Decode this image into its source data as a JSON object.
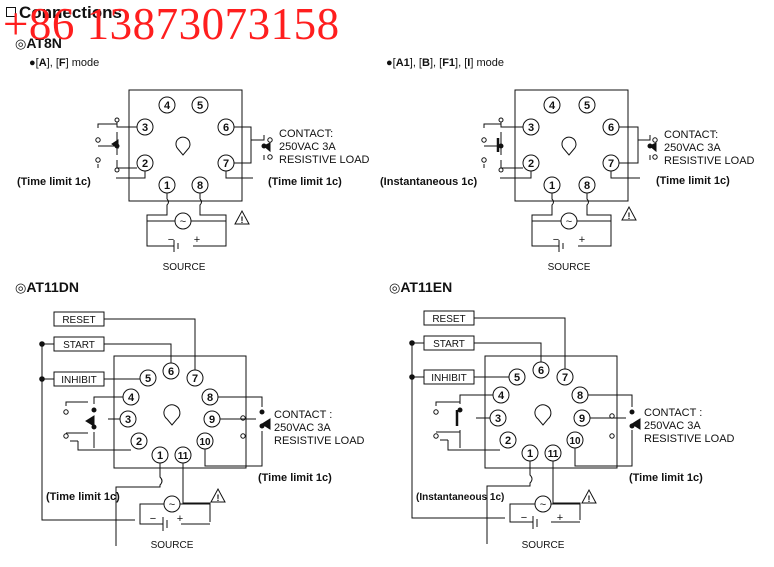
{
  "header": {
    "section_title": "Connections",
    "phone_overlay": "+86 13873073158"
  },
  "models": {
    "at8n": {
      "title": "AT8N",
      "left_mode": {
        "prefix": "●[",
        "code1": "A",
        "mid": "], [",
        "code2": "F",
        "suffix": "] mode"
      },
      "right_mode": {
        "prefix": "●[",
        "code1": "A1",
        "sep1": "], [",
        "code2": "B",
        "sep2": "], [",
        "code3": "F1",
        "sep3": "], [",
        "code4": "I",
        "suffix": "] mode"
      },
      "left_pins": [
        "4",
        "5",
        "3",
        "6",
        "2",
        "7",
        "1",
        "8"
      ],
      "right_pins": [
        "4",
        "5",
        "3",
        "6",
        "2",
        "7",
        "1",
        "8"
      ],
      "left_label_left": "(Time limit 1c)",
      "left_label_right": "(Time limit 1c)",
      "right_label_left": "(Instantaneous 1c)",
      "right_label_right": "(Time limit 1c)"
    },
    "at11dn": {
      "title": "AT11DN",
      "pins": [
        "5",
        "6",
        "7",
        "4",
        "8",
        "3",
        "9",
        "2",
        "1",
        "11",
        "10"
      ],
      "label_bottom_left": "(Time limit 1c)",
      "label_right": "(Time limit 1c)"
    },
    "at11en": {
      "title": "AT11EN",
      "pins": [
        "5",
        "6",
        "7",
        "4",
        "8",
        "3",
        "9",
        "2",
        "1",
        "11",
        "10"
      ],
      "label_bottom_left": "(Instantaneous 1c)",
      "label_right": "(Time limit 1c)"
    }
  },
  "common": {
    "contact_line1": "CONTACT:",
    "contact_line2": "250VAC 3A",
    "contact_line3": "RESISTIVE LOAD",
    "contact_line1_b": "CONTACT :",
    "source": "SOURCE",
    "minus": "−",
    "plus": "+",
    "ac_symbol": "~",
    "warning": "!",
    "reset": "RESET",
    "start": "START",
    "inhibit": "INHIBIT"
  }
}
